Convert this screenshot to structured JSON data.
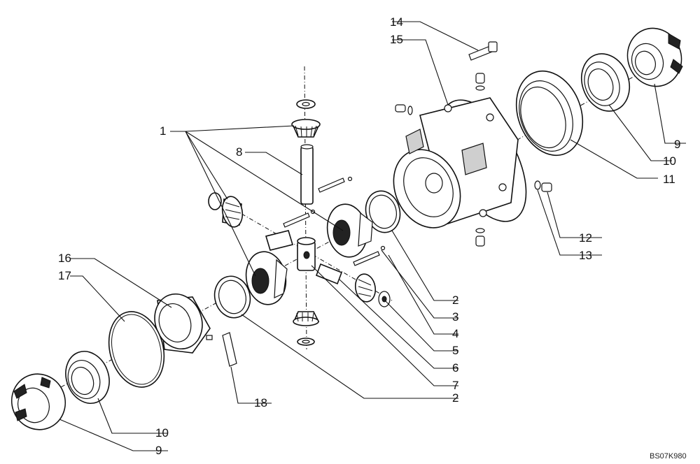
{
  "diagram": {
    "drawing_code": "BS07K980",
    "callouts": [
      {
        "id": "c14",
        "text": "14"
      },
      {
        "id": "c15",
        "text": "15"
      },
      {
        "id": "c1",
        "text": "1"
      },
      {
        "id": "c8",
        "text": "8"
      },
      {
        "id": "c16",
        "text": "16"
      },
      {
        "id": "c17",
        "text": "17"
      },
      {
        "id": "c9a",
        "text": "9"
      },
      {
        "id": "c10a",
        "text": "10"
      },
      {
        "id": "c11",
        "text": "11"
      },
      {
        "id": "c12",
        "text": "12"
      },
      {
        "id": "c13",
        "text": "13"
      },
      {
        "id": "c2a",
        "text": "2"
      },
      {
        "id": "c3",
        "text": "3"
      },
      {
        "id": "c4",
        "text": "4"
      },
      {
        "id": "c5",
        "text": "5"
      },
      {
        "id": "c6",
        "text": "6"
      },
      {
        "id": "c7",
        "text": "7"
      },
      {
        "id": "c2b",
        "text": "2"
      },
      {
        "id": "c18",
        "text": "18"
      },
      {
        "id": "c10b",
        "text": "10"
      },
      {
        "id": "c9b",
        "text": "9"
      }
    ]
  }
}
